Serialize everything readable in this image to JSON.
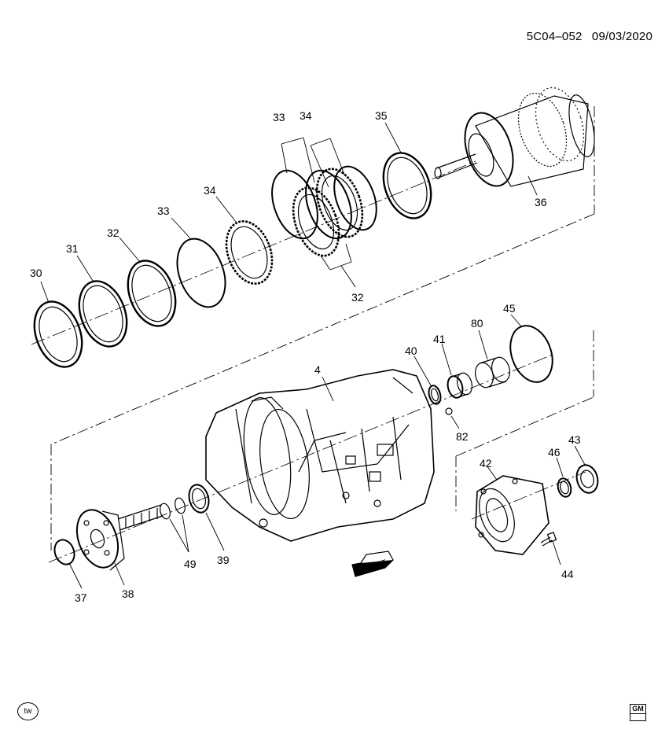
{
  "header": {
    "diagram_code": "5C04–052",
    "date": "09/03/2020"
  },
  "front_arrow_label": "FRT",
  "callouts": [
    "30",
    "31",
    "32",
    "33",
    "34",
    "33",
    "34",
    "32",
    "35",
    "36",
    "4",
    "40",
    "41",
    "80",
    "45",
    "82",
    "42",
    "46",
    "43",
    "44",
    "37",
    "38",
    "49",
    "39"
  ],
  "icons": {
    "tw_badge": "tw",
    "gm_logo": "GM"
  }
}
